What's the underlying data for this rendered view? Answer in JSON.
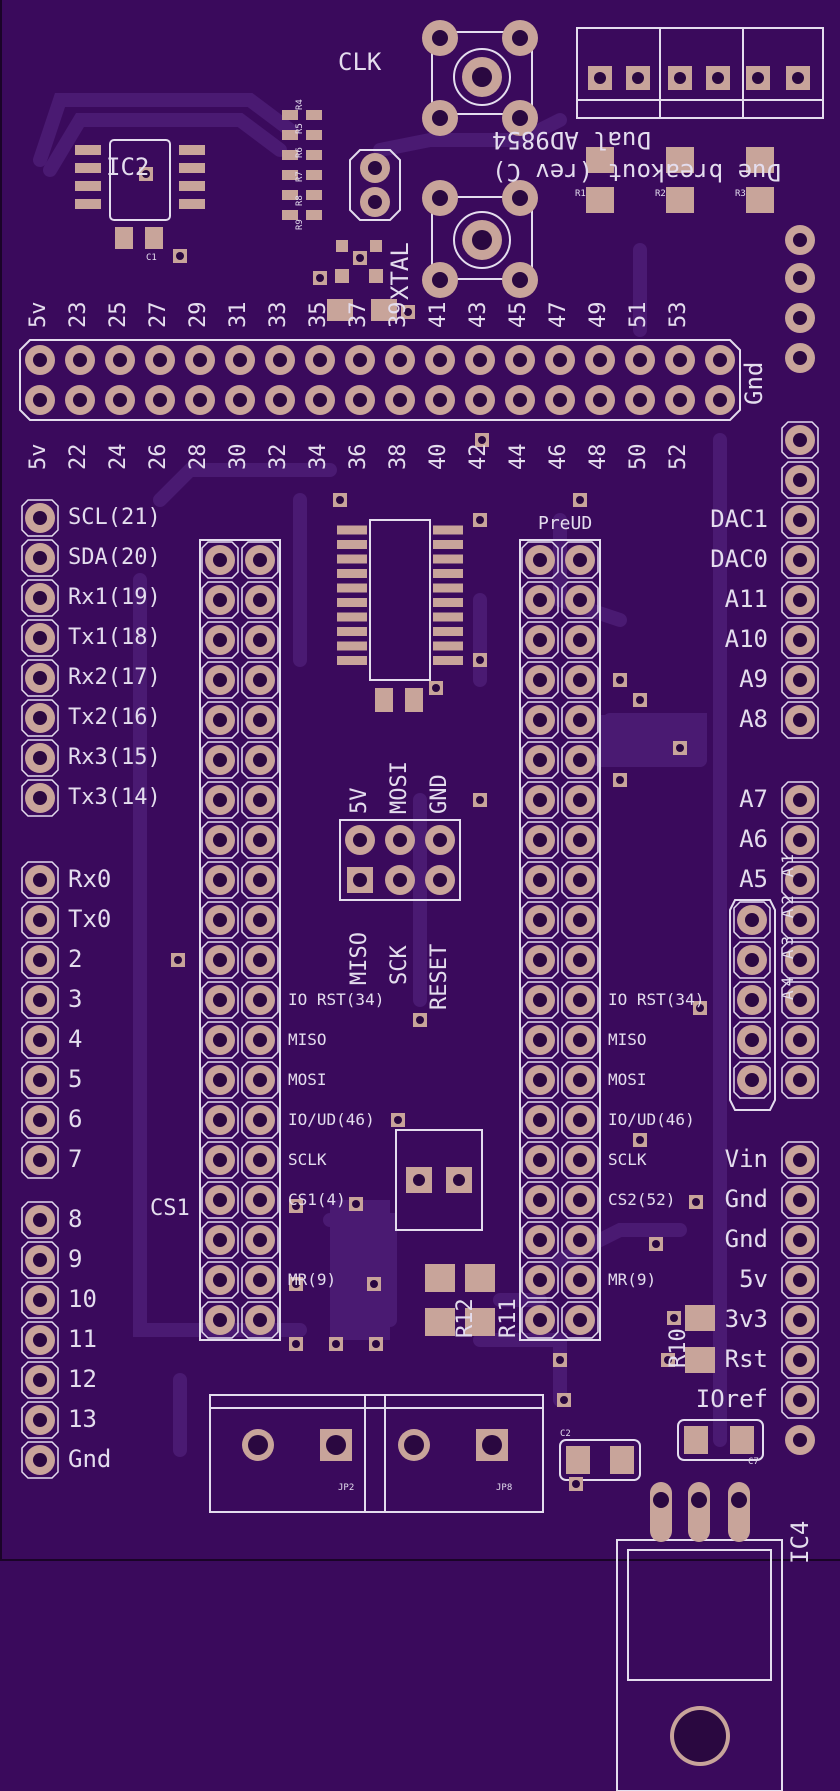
{
  "board": {
    "colors": {
      "substrate": "#3a0a5c",
      "trace": "#4a1a72",
      "copper": "#c8a49a",
      "silk": "#e4ddee",
      "drill": "#2a0840"
    },
    "title_lines": [
      "Dual AD9854",
      "Due breakout (rev C)"
    ],
    "labels": {
      "clk": "CLK",
      "xtal": "XTAL",
      "ic2": "IC2",
      "ic4": "IC4",
      "preud": "PreUD",
      "cs1": "CS1",
      "gnd_top": "Gnd",
      "c1": "C1",
      "c2": "C2",
      "c7": "C7",
      "r1": "R1",
      "r2": "R2",
      "r3": "R3",
      "r10": "R10",
      "r11": "R11",
      "r12": "R12",
      "jp2": "JP2",
      "jp8": "JP8",
      "r4": "R4",
      "r5": "R5",
      "r6": "R6",
      "r7": "R7",
      "r8": "R8",
      "r9": "R9"
    },
    "header_top_numbers": [
      "5v",
      "23",
      "25",
      "27",
      "29",
      "31",
      "33",
      "35",
      "37",
      "39",
      "41",
      "43",
      "45",
      "47",
      "49",
      "51",
      "53"
    ],
    "header_bottom_numbers": [
      "5v",
      "22",
      "24",
      "26",
      "28",
      "30",
      "32",
      "34",
      "36",
      "38",
      "40",
      "42",
      "44",
      "46",
      "48",
      "50",
      "52"
    ],
    "left_comm": [
      "SCL(21)",
      "SDA(20)",
      "Rx1(19)",
      "Tx1(18)",
      "Rx2(17)",
      "Tx2(16)",
      "Rx3(15)",
      "Tx3(14)"
    ],
    "left_digital_1": [
      "Rx0",
      "Tx0",
      "2",
      "3",
      "4",
      "5",
      "6",
      "7"
    ],
    "left_digital_2": [
      "8",
      "9",
      "10",
      "11",
      "12",
      "13",
      "Gnd"
    ],
    "right_analog_1": [
      "DAC1",
      "DAC0",
      "A11",
      "A10",
      "A9",
      "A8"
    ],
    "right_analog_2": [
      "A7",
      "A6",
      "A5"
    ],
    "right_power": [
      "Vin",
      "Gnd",
      "Gnd",
      "5v",
      "3v3",
      "Rst",
      "IOref"
    ],
    "socket_left_labels": [
      "IO RST(34)",
      "MISO",
      "MOSI",
      "IO/UD(46)",
      "SCLK",
      "CS1(4)",
      "",
      "MR(9)"
    ],
    "socket_right_labels": [
      "IO RST(34)",
      "MISO",
      "MOSI",
      "IO/UD(46)",
      "SCLK",
      "CS2(52)",
      "",
      "MR(9)"
    ],
    "icsp_top": [
      "5V",
      "MOSI",
      "GND"
    ],
    "icsp_bottom": [
      "MISO",
      "SCK",
      "RESET"
    ],
    "side_vertical": "A4 A3 A2 A1"
  }
}
